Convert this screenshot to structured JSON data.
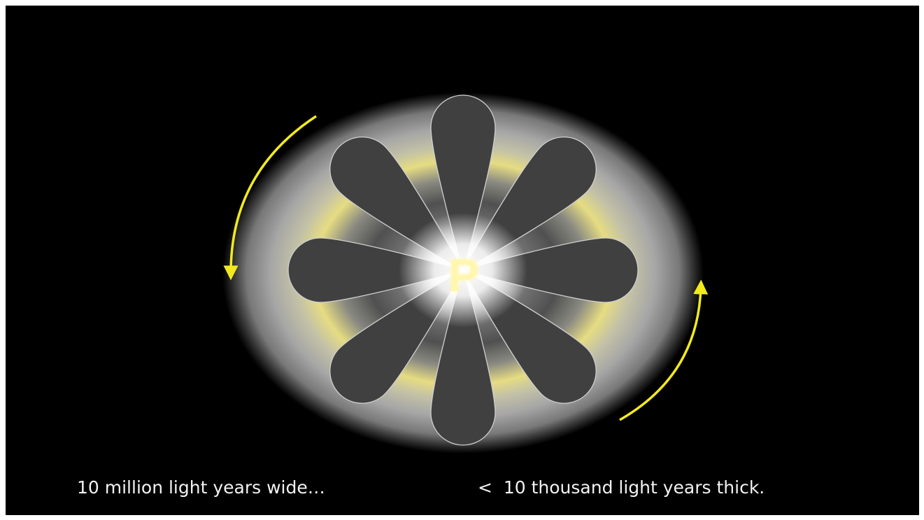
{
  "center_label": "P",
  "captions": {
    "width": "10 million light years wide…",
    "thickness": "<  10 thousand light years thick."
  },
  "colors": {
    "background": "#000000",
    "arrow": "#f2ea1e",
    "glow_yellow": "#e6dc82",
    "petal_fill": "#404040",
    "petal_outline": "#d0d0d0",
    "center_glow": "#ffffff",
    "label_color": "#fff7b0"
  },
  "petal_count": 8
}
